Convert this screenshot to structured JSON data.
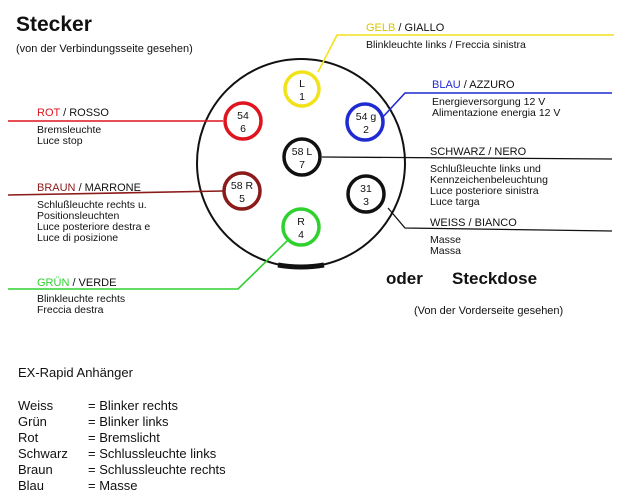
{
  "header": {
    "title": "Stecker",
    "subtitle": "(von der Verbindungsseite gesehen)"
  },
  "socket": {
    "label_oder": "oder",
    "label_steckdose": "Steckdose",
    "subtitle": "(Von der Vorderseite gesehen)"
  },
  "pins": [
    {
      "code": "L",
      "num": "1",
      "color": "#f2e21a",
      "color_de": "GELB",
      "color_it": " / GIALLO",
      "desc": [
        "Blinkleuchte links / Freccia sinistra"
      ]
    },
    {
      "code": "54 g",
      "num": "2",
      "color": "#1f2bd1",
      "color_de": "BLAU",
      "color_it": " / AZZURO",
      "desc": [
        "Energieversorgung 12 V",
        "Alimentazione energia 12 V"
      ]
    },
    {
      "code": "31",
      "num": "3",
      "color": "#111111",
      "color_de": "WEISS",
      "color_it": " / BIANCO",
      "desc": [
        "Masse",
        "Massa"
      ]
    },
    {
      "code": "R",
      "num": "4",
      "color": "#2ed12e",
      "color_de": "GRÜN",
      "color_it": " / VERDE",
      "desc": [
        "Blinkleuchte rechts",
        "Freccia destra"
      ]
    },
    {
      "code": "58 R",
      "num": "5",
      "color": "#8b1a1a",
      "color_de": "BRAUN",
      "color_it": " / MARRONE",
      "desc": [
        "Schlußleuchte rechts u.",
        "Positionsleuchten",
        "Luce posteriore destra e",
        "Luce di posizione"
      ]
    },
    {
      "code": "54",
      "num": "6",
      "color": "#e0141e",
      "color_de": "ROT",
      "color_it": " / ROSSO",
      "desc": [
        "Bremsleuchte",
        "Luce stop"
      ]
    },
    {
      "code": "58 L",
      "num": "7",
      "color": "#111111",
      "color_de": "SCHWARZ",
      "color_it": " / NERO",
      "desc": [
        "Schlußleuchte links und",
        "Kennzeichenbeleuchtung",
        "Luce posteriore sinistra",
        "Luce targa"
      ]
    }
  ],
  "legend": {
    "title": "EX-Rapid Anhänger",
    "rows": [
      {
        "name": "Weiss",
        "value": "= Blinker rechts"
      },
      {
        "name": "Grün",
        "value": "= Blinker links"
      },
      {
        "name": "Rot",
        "value": "= Bremslicht"
      },
      {
        "name": "Schwarz",
        "value": "= Schlussleuchte links"
      },
      {
        "name": "Braun",
        "value": "= Schlussleuchte rechts"
      },
      {
        "name": "Blau",
        "value": "= Masse"
      }
    ]
  }
}
